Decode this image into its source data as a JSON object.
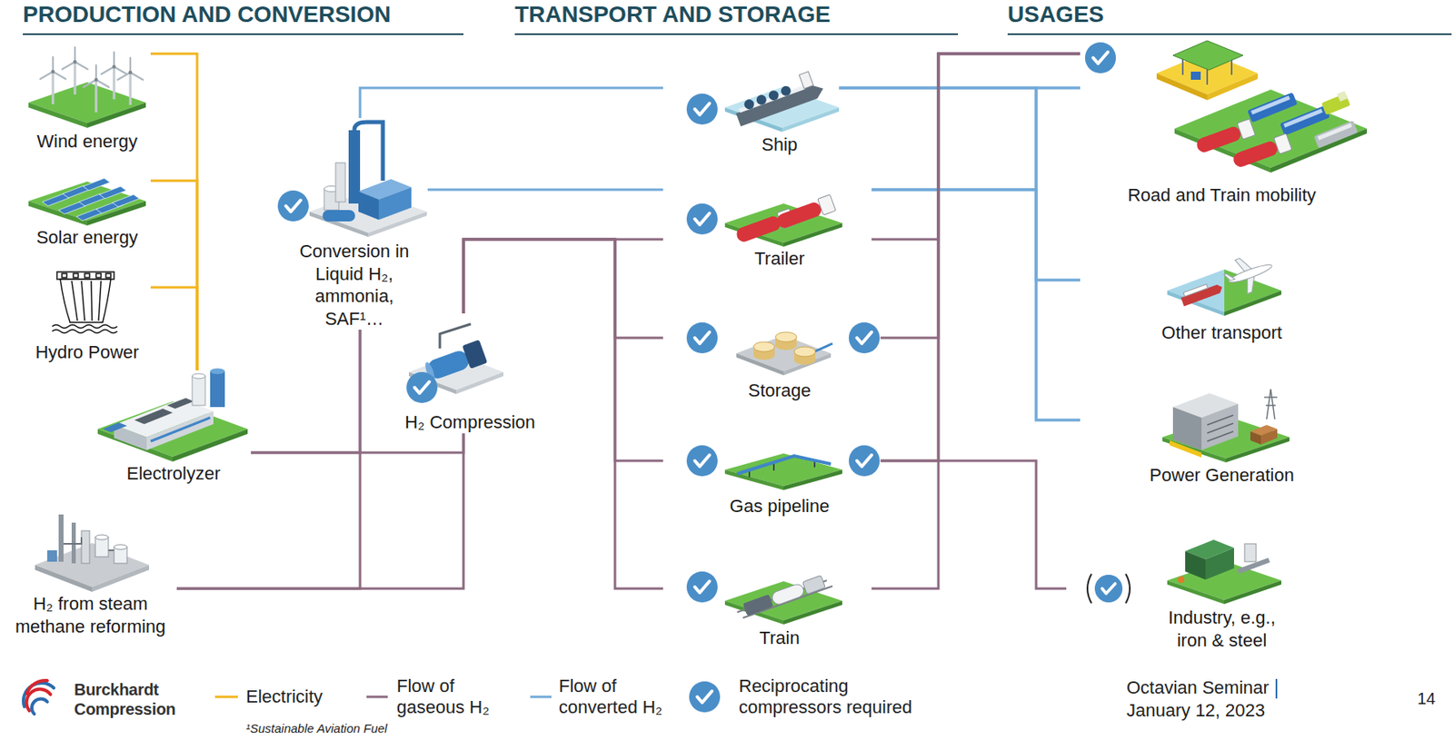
{
  "diagram": {
    "nodes": [
      {
        "text": [
          "Wind energy"
        ]
      },
      {
        "text": [
          "Solar energy"
        ]
      },
      {
        "text": [
          "Hydro Power"
        ]
      },
      {
        "text": [
          "Electrolyzer"
        ]
      },
      {
        "text": [
          "H₂ from steam methane reforming"
        ]
      },
      {
        "text": [
          "Conversion in Liquid H₂, ammonia, SAF¹…"
        ]
      },
      {
        "text": [
          "H₂ Compression"
        ]
      },
      {
        "text": [
          "Ship"
        ]
      },
      {
        "text": [
          "Trailer"
        ]
      },
      {
        "text": [
          "Storage"
        ]
      },
      {
        "text": [
          "Gas pipeline"
        ]
      },
      {
        "text": [
          "Train"
        ]
      },
      {
        "text": [
          "Road and Train mobility"
        ]
      },
      {
        "text": [
          "Other transport"
        ]
      },
      {
        "text": [
          "Power Generation"
        ]
      },
      {
        "text": [
          "Industry, e.g., iron & steel"
        ]
      }
    ],
    "edges": [
      {
        "from": 0,
        "to": 3,
        "arrow": "none"
      },
      {
        "from": 1,
        "to": 3,
        "arrow": "none"
      },
      {
        "from": 2,
        "to": 3,
        "arrow": "none"
      },
      {
        "from": 3,
        "to": 5,
        "arrow": "none"
      },
      {
        "from": 4,
        "to": 5,
        "arrow": "none"
      },
      {
        "from": 3,
        "to": 6,
        "arrow": "none"
      },
      {
        "from": 4,
        "to": 6,
        "arrow": "none"
      },
      {
        "from": 6,
        "to": 8,
        "arrow": "none"
      },
      {
        "from": 6,
        "to": 9,
        "arrow": "none"
      },
      {
        "from": 6,
        "to": 10,
        "arrow": "none"
      },
      {
        "from": 6,
        "to": 11,
        "arrow": "none"
      },
      {
        "from": 5,
        "to": 7,
        "arrow": "none"
      },
      {
        "from": 5,
        "to": 8,
        "arrow": "none"
      },
      {
        "from": 7,
        "to": 12,
        "arrow": "none"
      },
      {
        "from": 7,
        "to": 13,
        "arrow": "none"
      },
      {
        "from": 7,
        "to": 14,
        "arrow": "none"
      },
      {
        "from": 8,
        "to": 12,
        "arrow": "none"
      },
      {
        "from": 8,
        "to": 13,
        "arrow": "none"
      },
      {
        "from": 8,
        "to": 14,
        "arrow": "none"
      },
      {
        "from": 8,
        "to": 12,
        "arrow": "none"
      },
      {
        "from": 9,
        "to": 12,
        "arrow": "none"
      },
      {
        "from": 10,
        "to": 12,
        "arrow": "none"
      },
      {
        "from": 10,
        "to": 15,
        "arrow": "none"
      },
      {
        "from": 11,
        "to": 12,
        "arrow": "none"
      }
    ],
    "labels": [
      "PRODUCTION AND CONVERSION",
      "TRANSPORT AND STORAGE",
      "USAGES",
      "Burckhardt",
      "Compression",
      "¹Sustainable Aviation Fuel",
      "Octavian Seminar",
      "January 12, 2023",
      "14"
    ],
    "legend": [
      {
        "text": "Electricity"
      },
      {
        "text": "Flow of gaseous H₂"
      },
      {
        "text": "Flow of converted H₂"
      },
      {
        "text": "Reciprocating compressors required"
      }
    ]
  }
}
